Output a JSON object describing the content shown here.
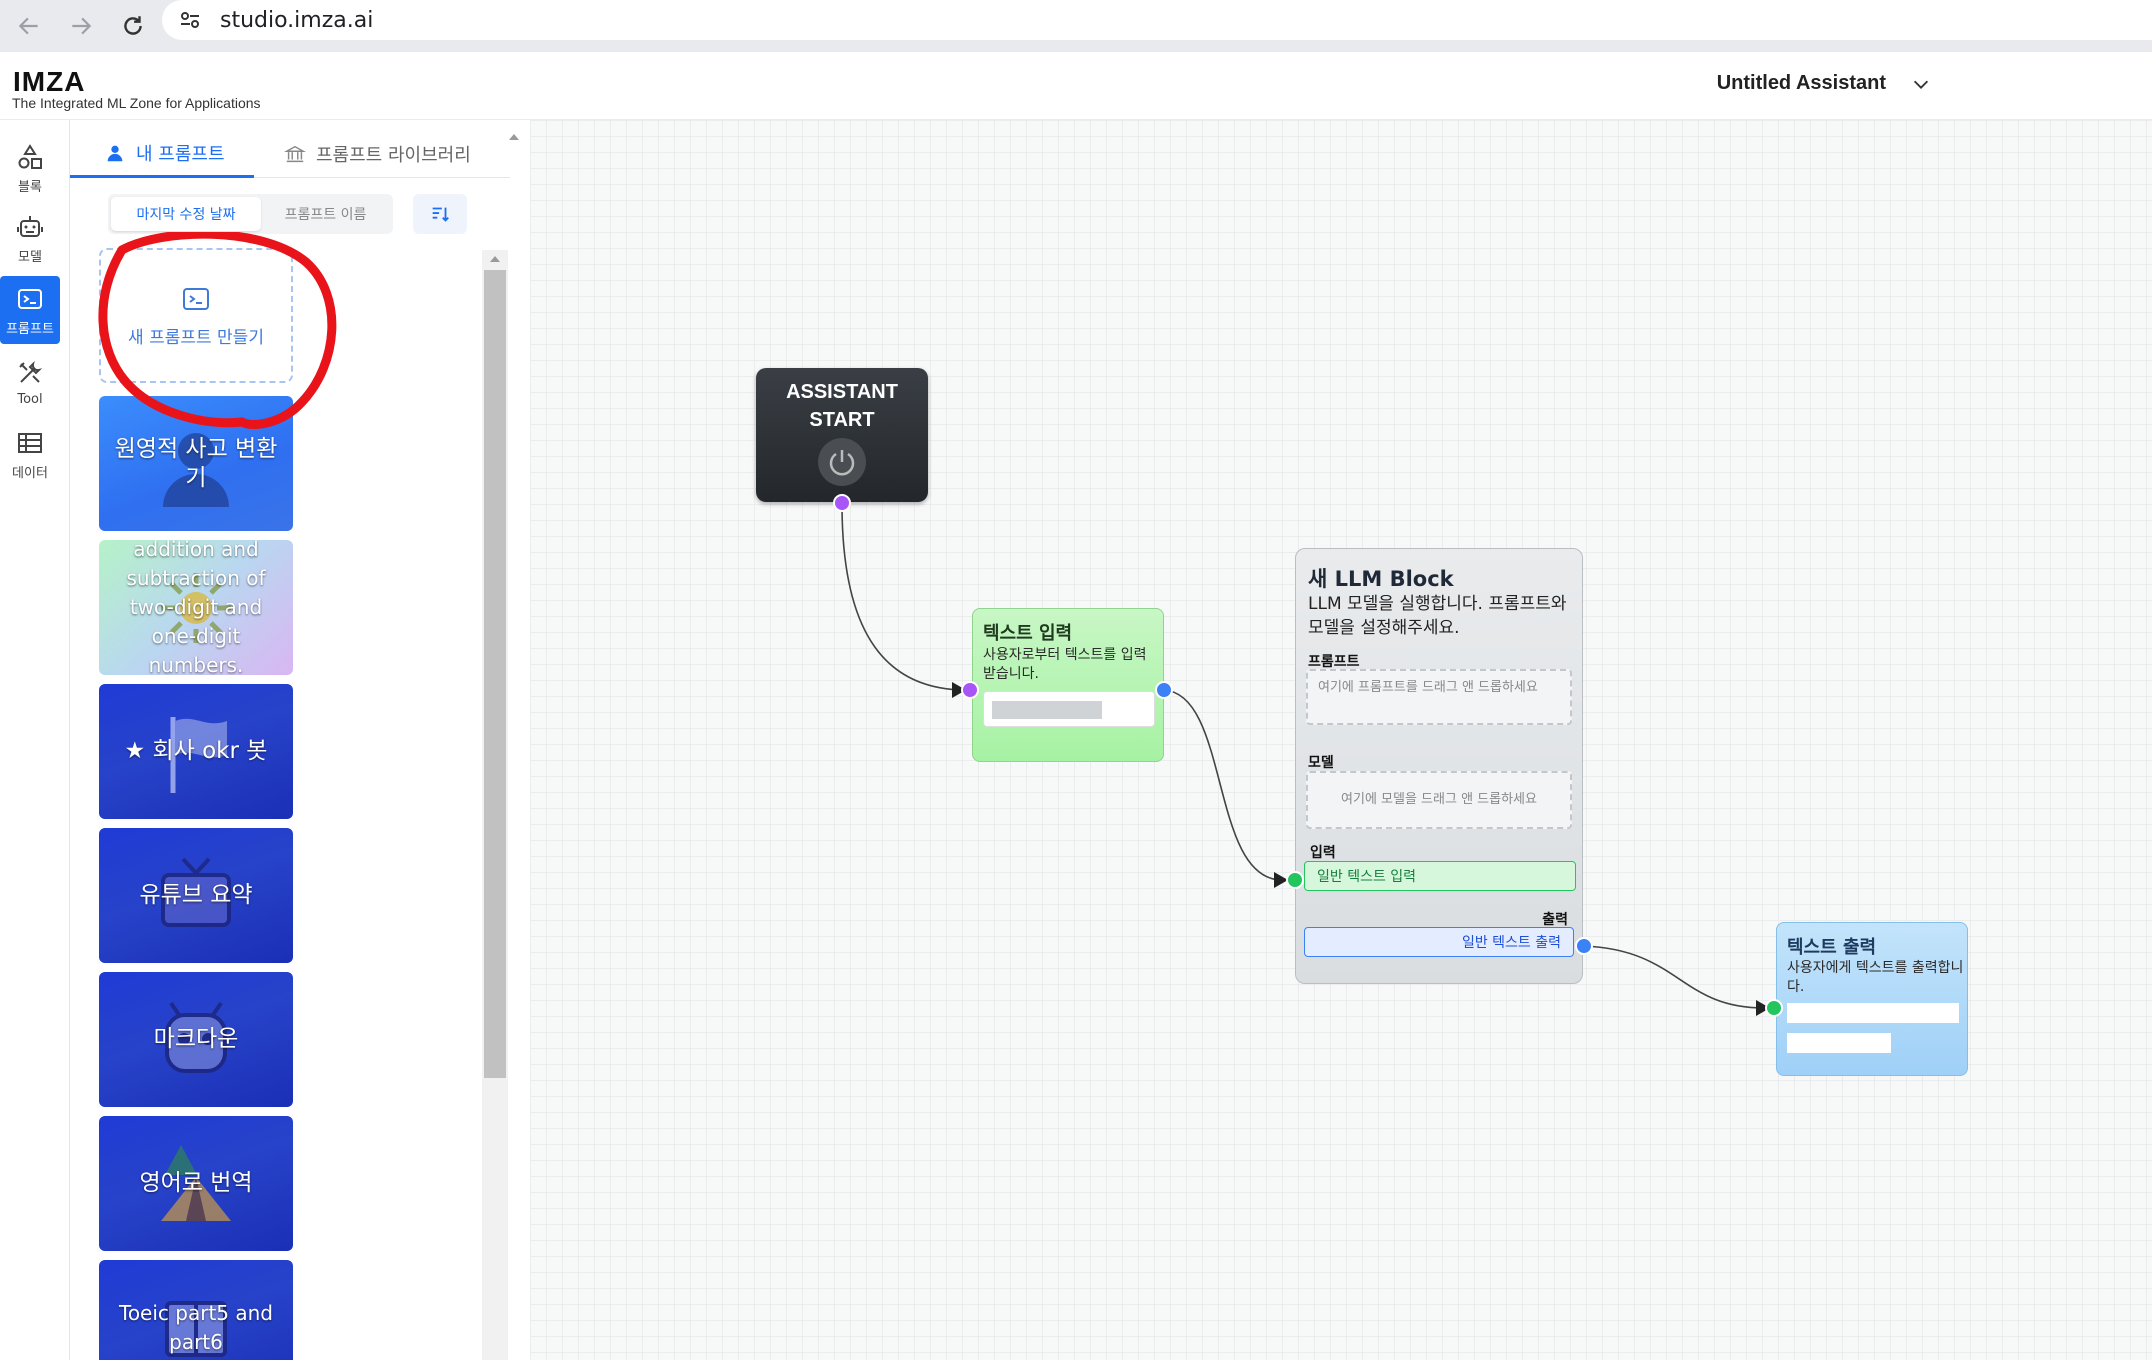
{
  "browser": {
    "url": "studio.imza.ai"
  },
  "app": {
    "logo": "IMZA",
    "tagline": "The Integrated ML Zone for Applications",
    "assistant_name": "Untitled Assistant"
  },
  "rail": {
    "items": [
      {
        "label": "블록",
        "icon": "shapes-icon"
      },
      {
        "label": "모델",
        "icon": "robot-icon"
      },
      {
        "label": "프롬프트",
        "icon": "terminal-icon",
        "active": true
      },
      {
        "label": "Tool",
        "icon": "tools-icon"
      },
      {
        "label": "데이터",
        "icon": "table-icon"
      }
    ]
  },
  "panel": {
    "tabs": [
      {
        "label": "내 프롬프트",
        "icon": "user-icon",
        "active": true
      },
      {
        "label": "프롬프트 라이브러리",
        "icon": "library-icon",
        "active": false
      }
    ],
    "sort": {
      "option_date": "마지막 수정 날짜",
      "option_name": "프롬프트 이름",
      "selected": "마지막 수정 날짜"
    },
    "new_prompt_label": "새 프롬프트 만들기",
    "cards": [
      {
        "title": "원영적 사고 변환기",
        "emblem": "person-icon",
        "color": "#3b8dfc"
      },
      {
        "title": "addition and subtraction of two-digit and one-digit numbers.",
        "emblem": "sun-icon",
        "color": "#b9d7f0"
      },
      {
        "title": "★ 회사 okr 봇",
        "emblem": "flag-icon",
        "color": "#2743c9"
      },
      {
        "title": "유튜브 요약",
        "emblem": "tv-icon",
        "color": "#2743c9"
      },
      {
        "title": "마크다운",
        "emblem": "robot-face-icon",
        "color": "#2743c9"
      },
      {
        "title": "영어로 번역",
        "emblem": "tent-icon",
        "color": "#2743c9"
      },
      {
        "title": "Toeic part5 and part6",
        "emblem": "book-icon",
        "color": "#2743c9"
      }
    ]
  },
  "canvas": {
    "start_node": {
      "line1": "ASSISTANT",
      "line2": "START"
    },
    "text_input_node": {
      "title": "텍스트 입력",
      "desc": "사용자로부터 텍스트를 입력받습니다."
    },
    "llm_node": {
      "title": "새 LLM Block",
      "desc": "LLM 모델을 실행합니다. 프롬프트와 모델을 설정해주세요.",
      "prompt_label": "프롬프트",
      "prompt_placeholder": "여기에 프롬프트를 드래그 앤 드롭하세요",
      "model_label": "모델",
      "model_placeholder": "여기에 모델을 드래그 앤 드롭하세요",
      "input_label": "입력",
      "input_value": "일반 텍스트 입력",
      "output_label": "출력",
      "output_value": "일반 텍스트 출력"
    },
    "text_output_node": {
      "title": "텍스트 출력",
      "desc": "사용자에게 텍스트를 출력합니다."
    }
  },
  "colors": {
    "accent": "#1d6ff2",
    "annotation": "#e8141a",
    "port_purple": "#a855f7",
    "port_blue": "#3b82f6",
    "port_green": "#22c55e"
  }
}
